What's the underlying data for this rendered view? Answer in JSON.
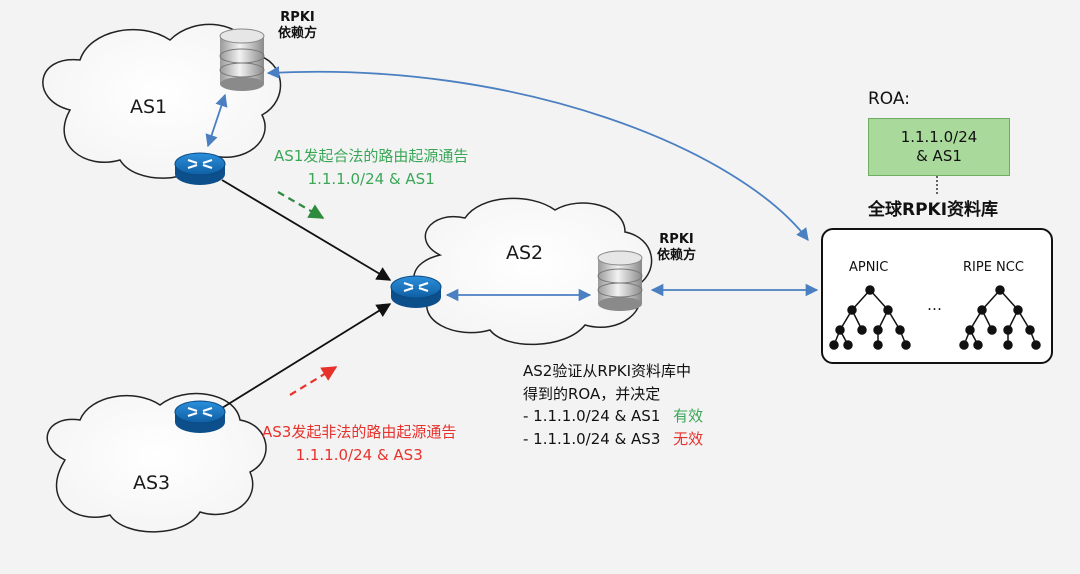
{
  "clouds": {
    "as1": "AS1",
    "as2": "AS2",
    "as3": "AS3"
  },
  "relying_party": {
    "line1": "RPKI",
    "line2": "依赖方"
  },
  "announcements": {
    "legit_line1": "AS1发起合法的路由起源通告",
    "legit_line2": "1.1.1.0/24 & AS1",
    "illegit_line1": "AS3发起非法的路由起源通告",
    "illegit_line2": "1.1.1.0/24 & AS3"
  },
  "roa": {
    "title": "ROA:",
    "line1": "1.1.1.0/24",
    "line2": "& AS1"
  },
  "registry": {
    "title": "全球RPKI资料库",
    "rir1": "APNIC",
    "rir2": "RIPE NCC",
    "ellipsis": "…"
  },
  "verification": {
    "line1": "AS2验证从RPKI资料库中",
    "line2": "得到的ROA，并决定",
    "item1_text": "- 1.1.1.0/24 & AS1",
    "item1_result": "有效",
    "item2_text": "- 1.1.1.0/24 & AS3",
    "item2_result": "无效"
  },
  "colors": {
    "valid": "#3aa757",
    "invalid": "#e8312b",
    "link_blue": "#4a7fc1",
    "router_blue": "#1c7cc9",
    "roa_fill": "#a9d99b"
  },
  "icons": [
    "router-icon",
    "server-icon",
    "tree-icon"
  ]
}
